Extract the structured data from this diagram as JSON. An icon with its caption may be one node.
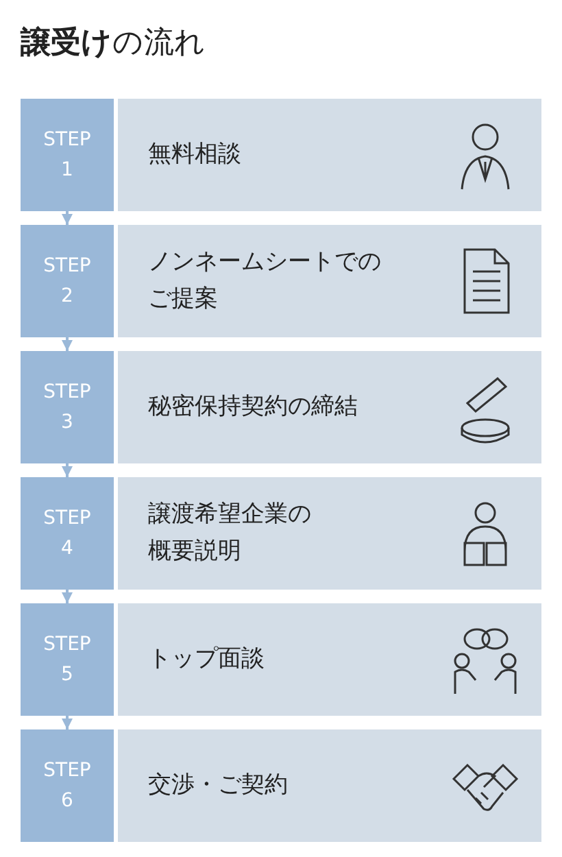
{
  "diagram": {
    "title": "**譲受け**の流れ",
    "nodes": [
      {
        "text": [
          "STEP 1"
        ]
      },
      {
        "text": [
          "無料相談"
        ]
      },
      {
        "text": [
          "STEP 2"
        ]
      },
      {
        "text": [
          "ノンネームシートでのご提案"
        ]
      },
      {
        "text": [
          "STEP 3"
        ]
      },
      {
        "text": [
          "秘密保持契約の締結"
        ]
      },
      {
        "text": [
          "STEP 4"
        ]
      },
      {
        "text": [
          "譲渡希望企業の概要説明"
        ]
      },
      {
        "text": [
          "STEP 5"
        ]
      },
      {
        "text": [
          "トップ面談"
        ]
      },
      {
        "text": [
          "STEP 6"
        ]
      },
      {
        "text": [
          "交渉・ご契約"
        ]
      }
    ],
    "edges": [
      {
        "from": 0,
        "to": 2,
        "arrow": "to"
      },
      {
        "from": 2,
        "to": 4,
        "arrow": "to"
      },
      {
        "from": 4,
        "to": 6,
        "arrow": "to"
      },
      {
        "from": 6,
        "to": 8,
        "arrow": "to"
      },
      {
        "from": 8,
        "to": 10,
        "arrow": "to"
      }
    ]
  }
}
